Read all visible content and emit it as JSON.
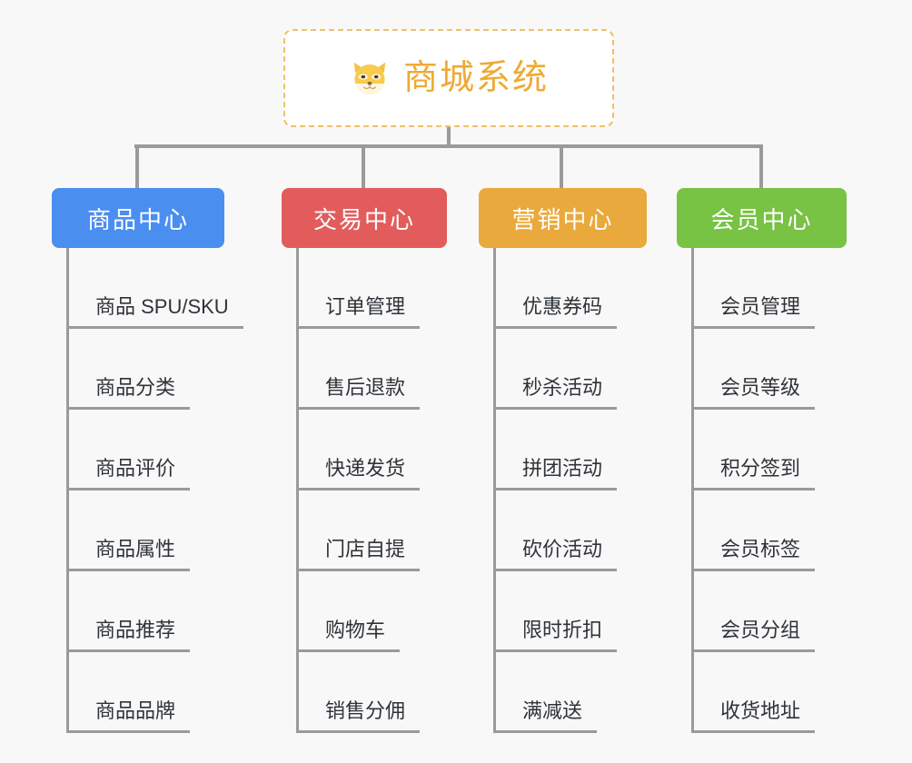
{
  "page": {
    "background_color": "#f8f8f8",
    "line_color": "#9a9a9a"
  },
  "root": {
    "title": "商城系统",
    "icon": "shiba-dog-face-icon",
    "border_color": "#f0c068",
    "text_color": "#eeaa33",
    "background_color": "#ffffff"
  },
  "categories": [
    {
      "label": "商品中心",
      "color": "#4a8ef0",
      "items": [
        "商品 SPU/SKU",
        "商品分类",
        "商品评价",
        "商品属性",
        "商品推荐",
        "商品品牌"
      ]
    },
    {
      "label": "交易中心",
      "color": "#e25c5c",
      "items": [
        "订单管理",
        "售后退款",
        "快递发货",
        "门店自提",
        "购物车",
        "销售分佣"
      ]
    },
    {
      "label": "营销中心",
      "color": "#eaa93c",
      "items": [
        "优惠券码",
        "秒杀活动",
        "拼团活动",
        "砍价活动",
        "限时折扣",
        "满减送"
      ]
    },
    {
      "label": "会员中心",
      "color": "#78c244",
      "items": [
        "会员管理",
        "会员等级",
        "积分签到",
        "会员标签",
        "会员分组",
        "收货地址"
      ]
    }
  ]
}
